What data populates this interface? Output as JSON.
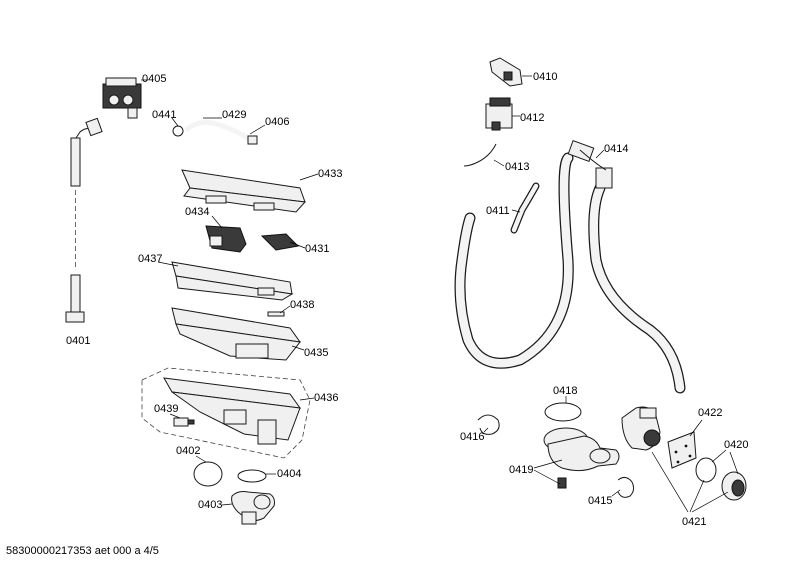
{
  "labels": {
    "p0405": "0405",
    "p0441": "0441",
    "p0429": "0429",
    "p0406": "0406",
    "p0433": "0433",
    "p0434": "0434",
    "p0431": "0431",
    "p0437": "0437",
    "p0438": "0438",
    "p0435": "0435",
    "p0436": "0436",
    "p0439": "0439",
    "p0402": "0402",
    "p0404": "0404",
    "p0403": "0403",
    "p0401": "0401",
    "p0410": "0410",
    "p0412": "0412",
    "p0413": "0413",
    "p0414": "0414",
    "p0411": "0411",
    "p0418": "0418",
    "p0416": "0416",
    "p0419": "0419",
    "p0415": "0415",
    "p0422": "0422",
    "p0420": "0420",
    "p0421": "0421"
  },
  "footer": "58300000217353 aet 000 a 4/5"
}
